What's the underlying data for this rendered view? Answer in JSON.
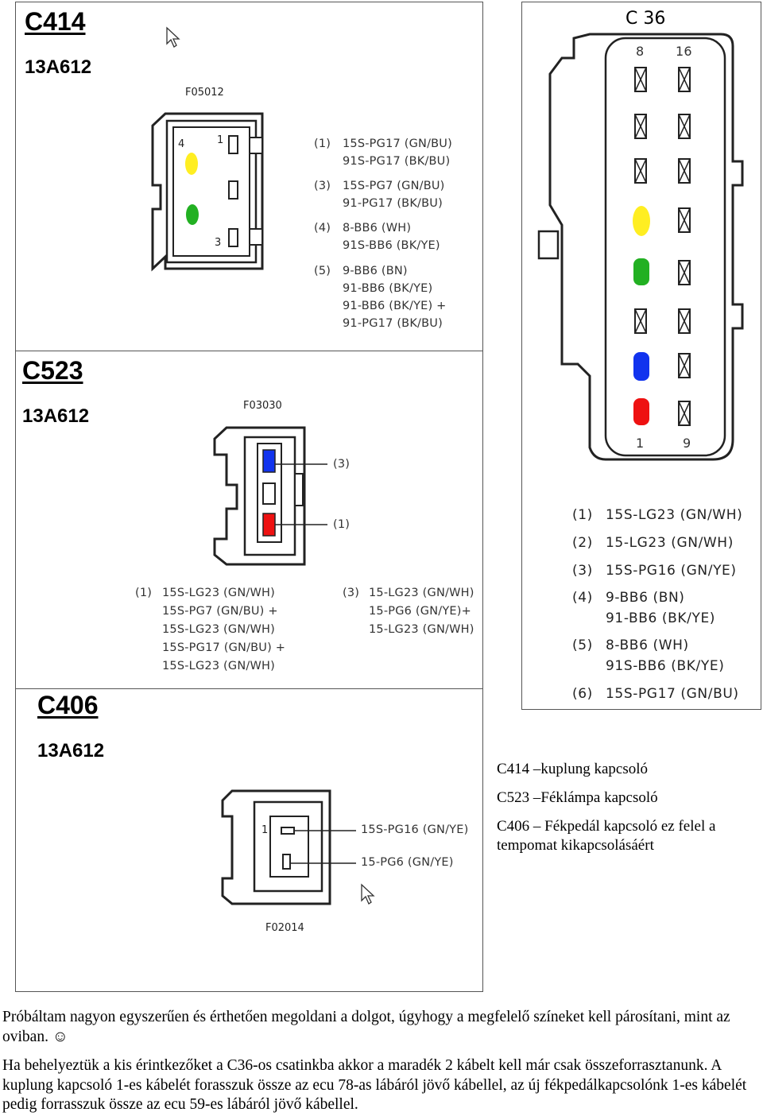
{
  "c414": {
    "code": "C414",
    "part": "13A612",
    "drawing_ref": "F05012",
    "pin_labels": [
      "4",
      "1",
      "3"
    ],
    "wires": [
      {
        "pin": "(1)",
        "lines": [
          "15S-PG17 (GN/BU)",
          "91S-PG17 (BK/BU)"
        ]
      },
      {
        "pin": "(3)",
        "lines": [
          "15S-PG7 (GN/BU)",
          "91-PG17 (BK/BU)"
        ]
      },
      {
        "pin": "(4)",
        "lines": [
          "8-BB6 (WH)",
          "91S-BB6 (BK/YE)"
        ]
      },
      {
        "pin": "(5)",
        "lines": [
          "9-BB6 (BN)",
          "91-BB6 (BK/YE)",
          "91-BB6 (BK/YE) +",
          "91-PG17 (BK/BU)"
        ]
      }
    ]
  },
  "c523": {
    "code": "C523",
    "part": "13A612",
    "drawing_ref": "F03030",
    "pin_callouts": [
      "(3)",
      "(1)"
    ],
    "wires_left": {
      "pin": "(1)",
      "lines": [
        "15S-LG23 (GN/WH)",
        "15S-PG7 (GN/BU) +",
        "15S-LG23 (GN/WH)",
        "15S-PG17 (GN/BU) +",
        "15S-LG23 (GN/WH)"
      ]
    },
    "wires_right": {
      "pin": "(3)",
      "lines": [
        "15-LG23 (GN/WH)",
        "15-PG6 (GN/YE)+",
        "15-LG23 (GN/WH)"
      ]
    }
  },
  "c406": {
    "code": "C406",
    "part": "13A612",
    "drawing_ref": "F02014",
    "pin_label": "1",
    "wires": [
      "15S-PG16 (GN/YE)",
      "15-PG6 (GN/YE)"
    ]
  },
  "c36": {
    "code": "C 36",
    "pin_labels": [
      "8",
      "16",
      "1",
      "9"
    ],
    "wires": [
      {
        "pin": "(1)",
        "lines": [
          "15S-LG23 (GN/WH)"
        ]
      },
      {
        "pin": "(2)",
        "lines": [
          "15-LG23 (GN/WH)"
        ]
      },
      {
        "pin": "(3)",
        "lines": [
          "15S-PG16 (GN/YE)"
        ]
      },
      {
        "pin": "(4)",
        "lines": [
          "9-BB6 (BN)",
          "91-BB6 (BK/YE)"
        ]
      },
      {
        "pin": "(5)",
        "lines": [
          "8-BB6 (WH)",
          "91S-BB6 (BK/YE)"
        ]
      },
      {
        "pin": "(6)",
        "lines": [
          "15S-PG17 (GN/BU)"
        ]
      }
    ]
  },
  "captions": [
    "C414 –kuplung kapcsoló",
    "C523 –Féklámpa kapcsoló",
    "C406 – Fékpedál kapcsoló ez felel a tempomat kikapcsolásáért"
  ],
  "paragraphs": [
    "Próbáltam nagyon egyszerűen és érthetően megoldani a dolgot, úgyhogy a megfelelő színeket kell párosítani, mint az oviban. ☺",
    "Ha behelyeztük a kis érintkezőket a C36-os csatinkba akkor a maradék 2 kábelt kell már csak összeforrasztanunk.  A kuplung kapcsoló 1-es kábelét forasszuk össze az ecu 78-as lábáról jövő kábellel, az új fékpedálkapcsolónk 1-es kábelét pedig forrasszuk össze az ecu 59-es lábáról jövő kábellel."
  ],
  "colors": {
    "yellow": "#ffee22",
    "green": "#22b022",
    "blue": "#1133ee",
    "red": "#ee1111"
  }
}
